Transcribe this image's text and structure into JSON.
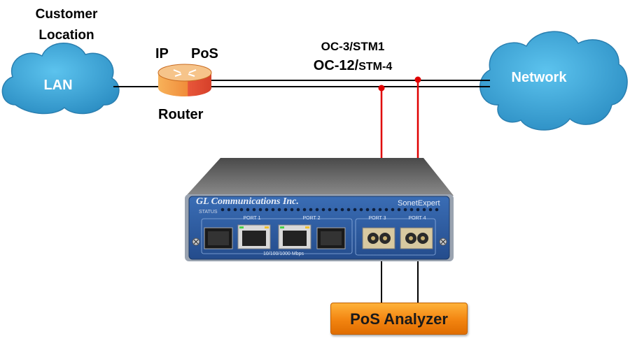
{
  "labels": {
    "customer_location": "Customer\nLocation",
    "ip": "IP",
    "pos": "PoS",
    "router": "Router",
    "oc3": "OC-3/STM1",
    "oc12_main": "OC-12/",
    "oc12_small": "STM-4",
    "lan": "LAN",
    "network": "Network",
    "analyzer": "PoS Analyzer"
  },
  "device": {
    "company": "GL Communications Inc.",
    "product": "SonetExpert",
    "status": "STATUS",
    "port1": "PORT 1",
    "port2": "PORT 2",
    "port3": "PORT 3",
    "port4": "PORT 4",
    "speed": "10/100/1000 Mbps"
  },
  "colors": {
    "cloud": "#3fa9d9",
    "tap_line": "#e00000",
    "device_face": "#2c5aa0",
    "analyzer": "#f28410",
    "router_orange": "#f2a04a",
    "router_red": "#e0472a"
  }
}
